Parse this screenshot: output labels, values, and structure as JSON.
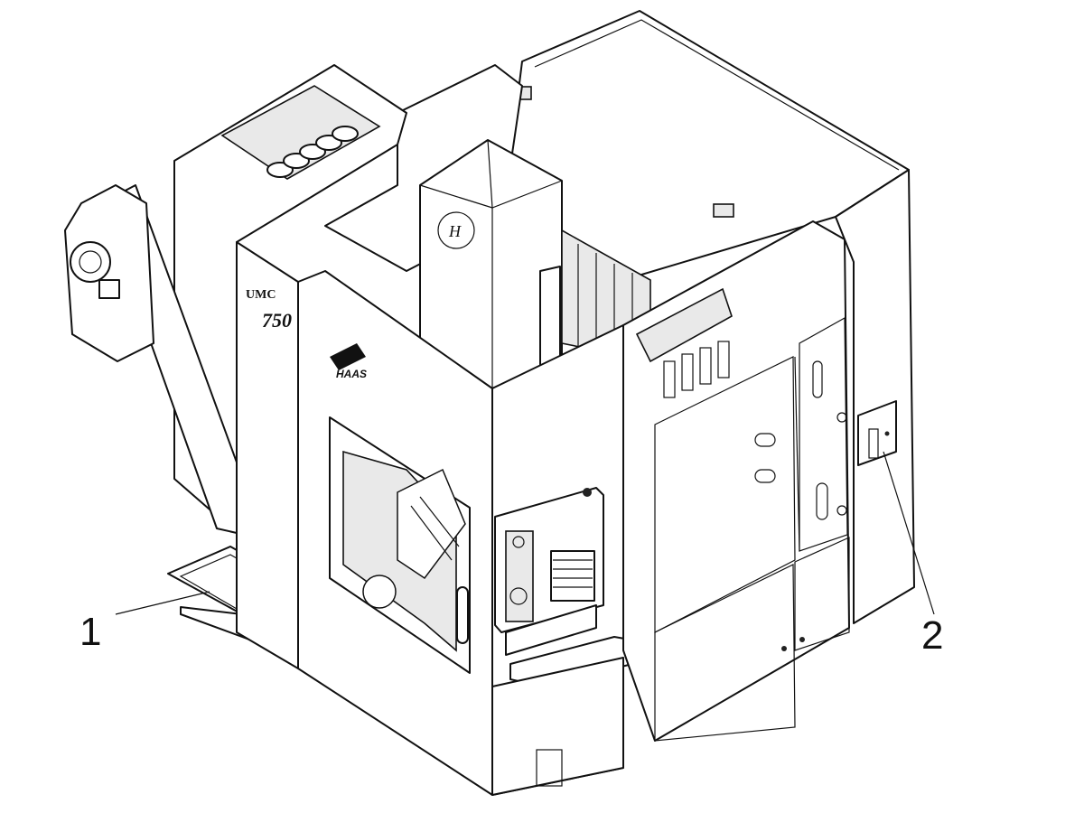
{
  "callouts": [
    {
      "id": "1",
      "label": "1"
    },
    {
      "id": "2",
      "label": "2"
    }
  ],
  "machine": {
    "model_text": "750",
    "series_text": "UMC",
    "brand_text": "HAAS"
  }
}
